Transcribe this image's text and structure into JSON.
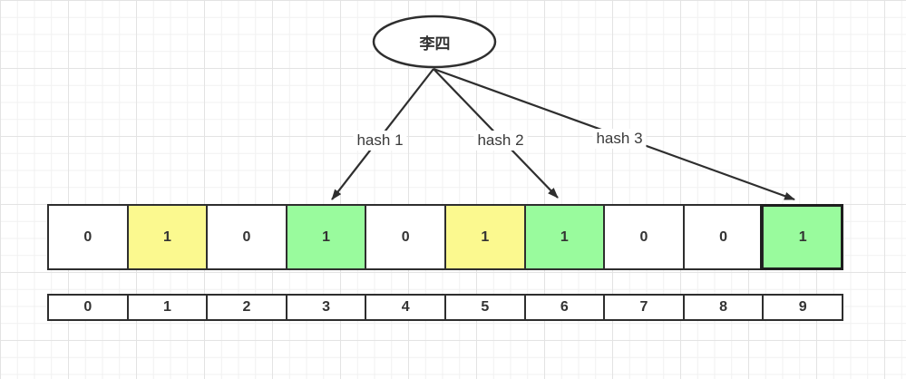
{
  "diagram": {
    "entity": {
      "label": "李四"
    },
    "hash_functions": [
      {
        "label": "hash 1",
        "target_index": 3
      },
      {
        "label": "hash 2",
        "target_index": 6
      },
      {
        "label": "hash 3",
        "target_index": 9
      }
    ],
    "bit_array": {
      "cells": [
        {
          "value": "0",
          "fill_color": "#ffffff"
        },
        {
          "value": "1",
          "fill_color": "#fbf98f"
        },
        {
          "value": "0",
          "fill_color": "#ffffff"
        },
        {
          "value": "1",
          "fill_color": "#99fb9d"
        },
        {
          "value": "0",
          "fill_color": "#ffffff"
        },
        {
          "value": "1",
          "fill_color": "#fbf98f"
        },
        {
          "value": "1",
          "fill_color": "#99fb9d"
        },
        {
          "value": "0",
          "fill_color": "#ffffff"
        },
        {
          "value": "0",
          "fill_color": "#ffffff"
        },
        {
          "value": "1",
          "fill_color": "#99fb9d"
        }
      ]
    },
    "index_row": {
      "cells": [
        "0",
        "1",
        "2",
        "3",
        "4",
        "5",
        "6",
        "7",
        "8",
        "9"
      ]
    },
    "colors": {
      "highlight_yellow": "#fbf98f",
      "highlight_green": "#99fb9d",
      "shape_stroke": "#2e2e2e",
      "text": "#333333",
      "grid_minor": "#f1f1f1",
      "grid_major": "#e3e3e3"
    }
  }
}
